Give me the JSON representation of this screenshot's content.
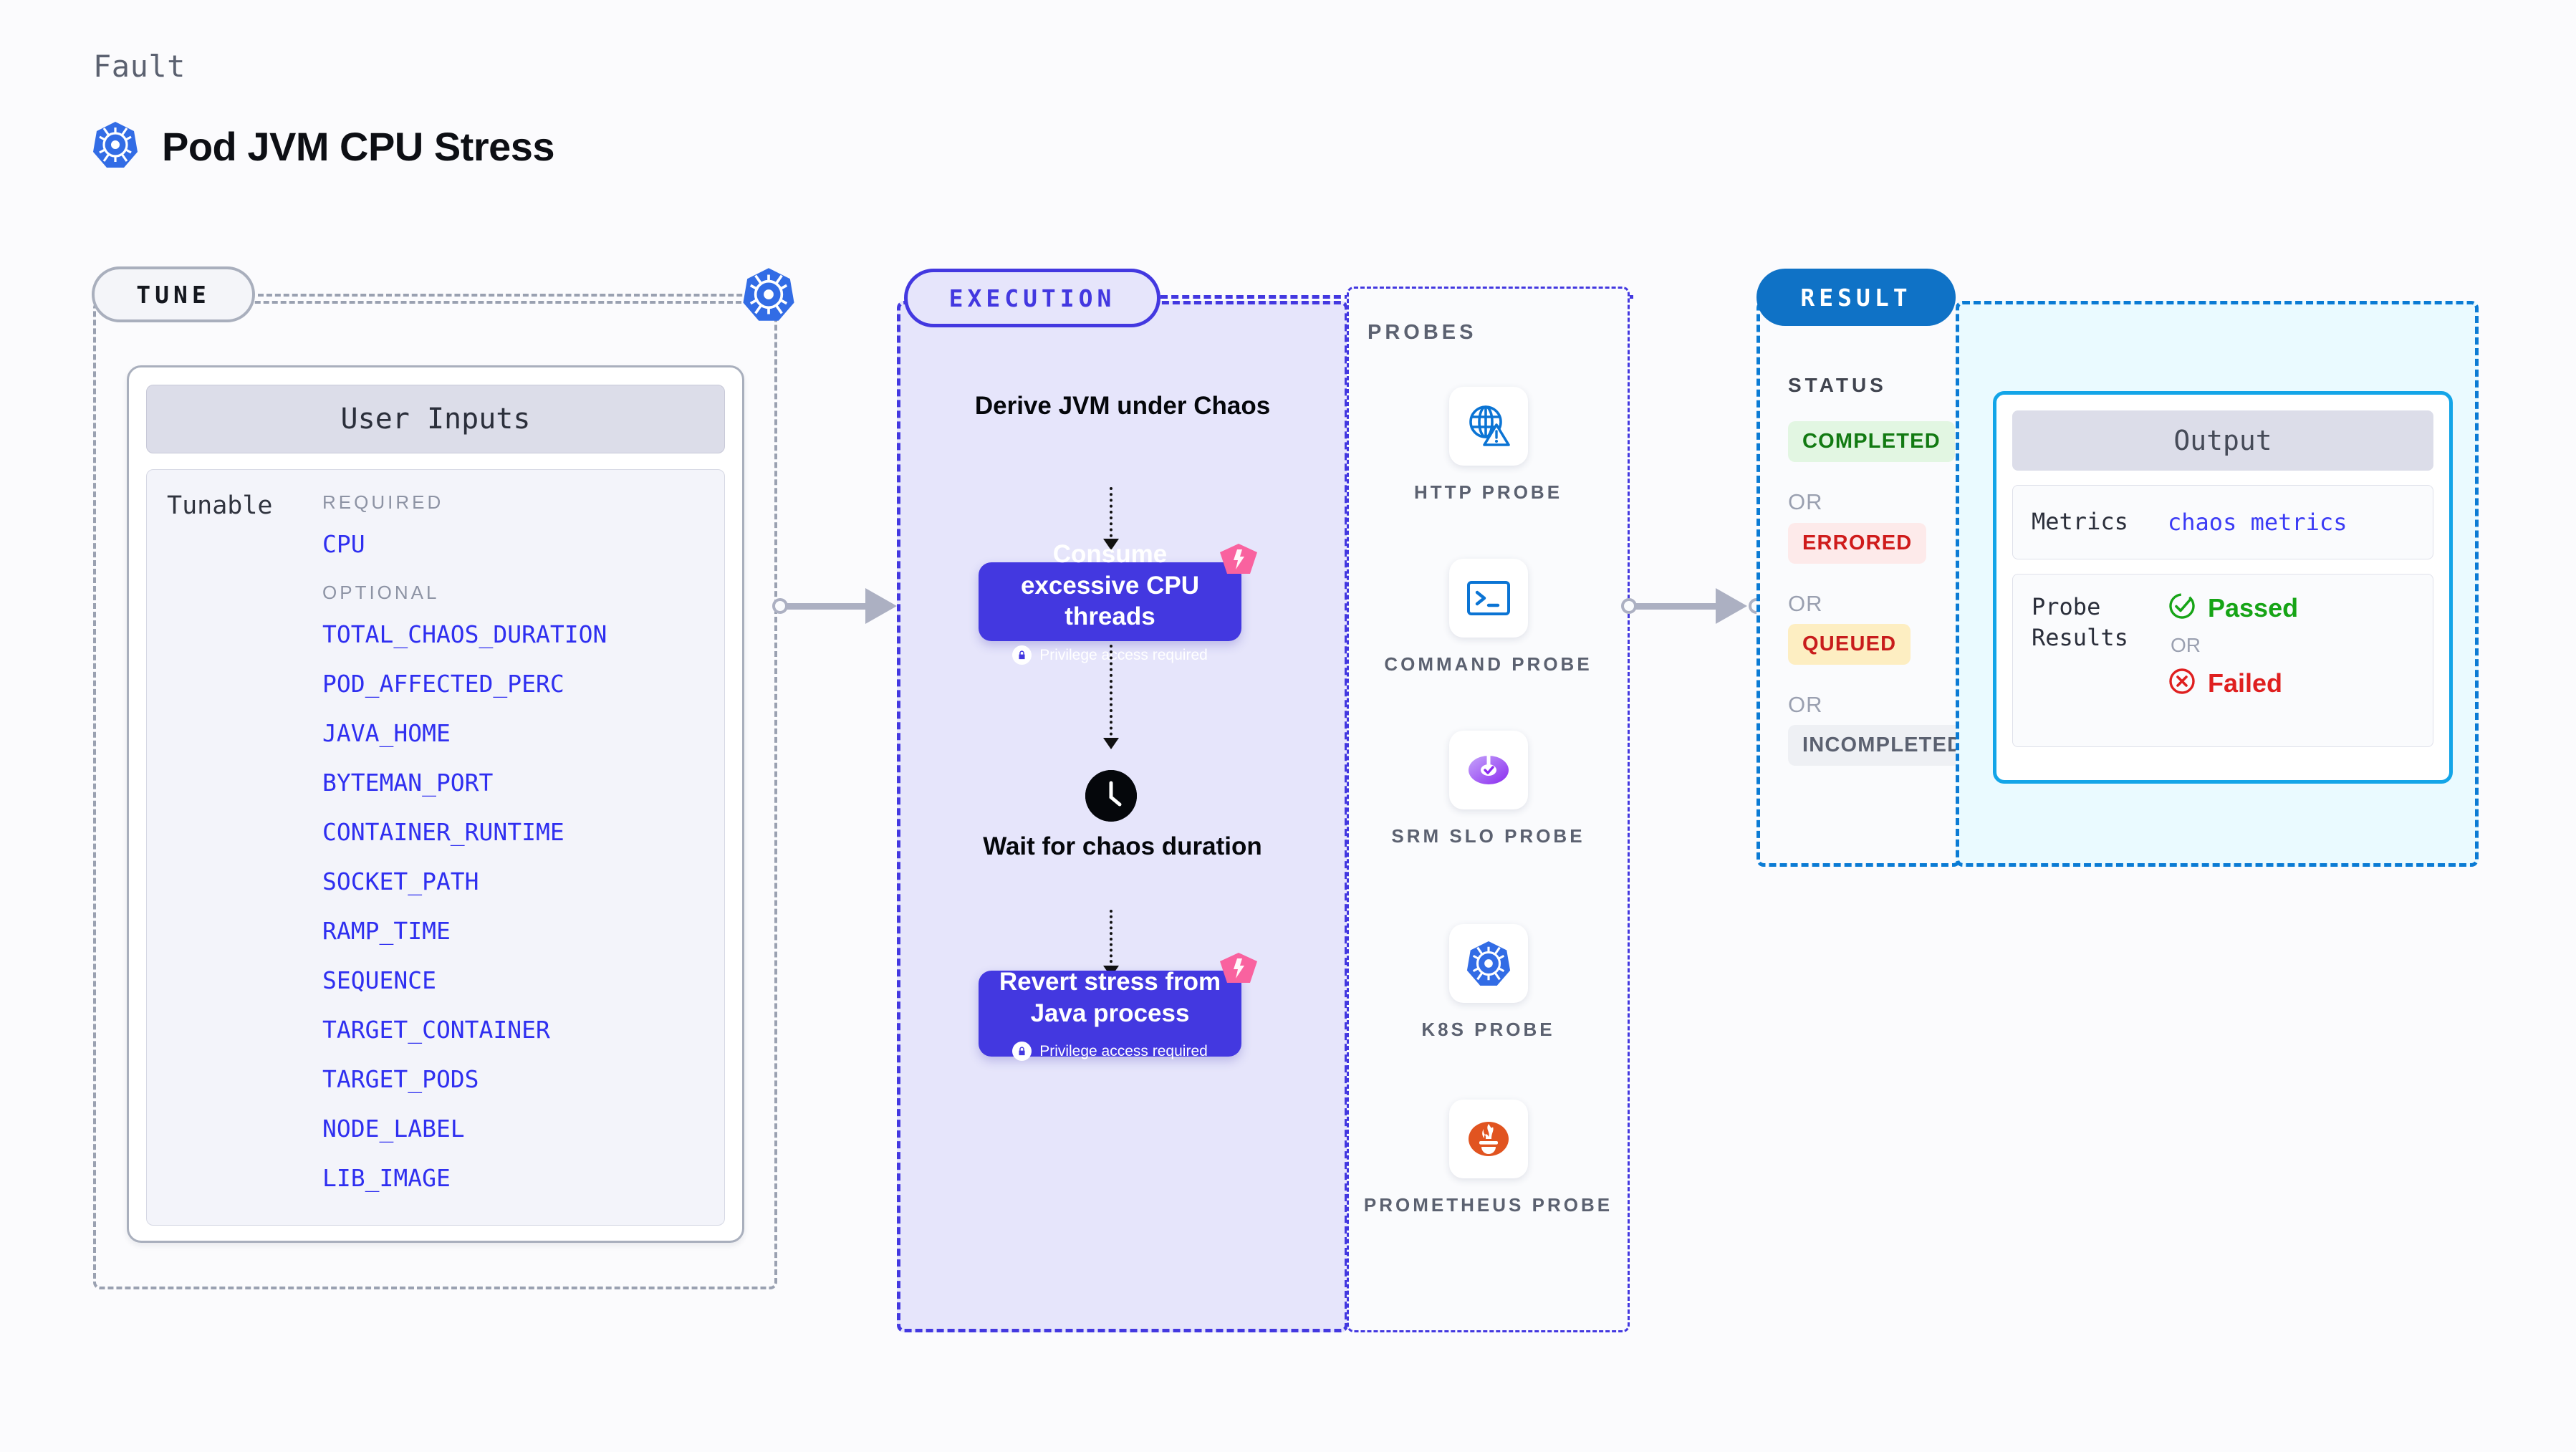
{
  "header": {
    "kicker": "Fault",
    "title": "Pod JVM CPU Stress",
    "icon": "kubernetes-icon"
  },
  "tune": {
    "pill_label": "TUNE",
    "badge_icon": "kubernetes-icon",
    "card": {
      "title": "User Inputs",
      "row_label": "Tunable",
      "required_label": "REQUIRED",
      "optional_label": "OPTIONAL",
      "required": [
        "CPU"
      ],
      "optional": [
        "TOTAL_CHAOS_DURATION",
        "POD_AFFECTED_PERC",
        "JAVA_HOME",
        "BYTEMAN_PORT",
        "CONTAINER_RUNTIME",
        "SOCKET_PATH",
        "RAMP_TIME",
        "SEQUENCE",
        "TARGET_CONTAINER",
        "TARGET_PODS",
        "NODE_LABEL",
        "LIB_IMAGE"
      ]
    }
  },
  "execution": {
    "pill_label": "EXECUTION",
    "steps": [
      {
        "type": "text",
        "label": "Derive JVM under Chaos"
      },
      {
        "type": "action",
        "label": "Consume excessive CPU threads",
        "privilege": "Privilege access required",
        "badge": "chaos-badge-icon"
      },
      {
        "type": "wait",
        "label": "Wait for chaos duration",
        "icon": "clock-icon"
      },
      {
        "type": "action",
        "label": "Revert stress from Java process",
        "privilege": "Privilege access required",
        "badge": "chaos-badge-icon"
      }
    ]
  },
  "probes": {
    "section_label": "PROBES",
    "items": [
      {
        "label": "HTTP PROBE",
        "icon": "globe-warning-icon"
      },
      {
        "label": "COMMAND PROBE",
        "icon": "terminal-icon"
      },
      {
        "label": "SRM SLO PROBE",
        "icon": "srm-slo-icon"
      },
      {
        "label": "K8S PROBE",
        "icon": "kubernetes-icon"
      },
      {
        "label": "PROMETHEUS PROBE",
        "icon": "prometheus-icon"
      }
    ]
  },
  "result": {
    "pill_label": "RESULT",
    "status_label": "STATUS",
    "or_label": "OR",
    "statuses": [
      {
        "label": "COMPLETED",
        "color": "#127a12",
        "bg": "#e2f6e2"
      },
      {
        "label": "ERRORED",
        "color": "#cf1b1b",
        "bg": "#fdeaea"
      },
      {
        "label": "QUEUED",
        "color": "#c81c1c",
        "bg": "#fdeec2"
      },
      {
        "label": "INCOMPLETED",
        "color": "#5b6170",
        "bg": "#eef0f4"
      }
    ]
  },
  "output": {
    "card_title": "Output",
    "metrics_key": "Metrics",
    "metrics_value": "chaos metrics",
    "probe_results_key": "Probe Results",
    "passed_label": "Passed",
    "failed_label": "Failed",
    "or_label": "OR"
  },
  "colors": {
    "accent_indigo": "#4338e0",
    "accent_blue": "#0f72c6",
    "tunable_blue": "#2f2ff0",
    "pink_badge": "#f9629f",
    "k8s_blue": "#326ce5"
  }
}
